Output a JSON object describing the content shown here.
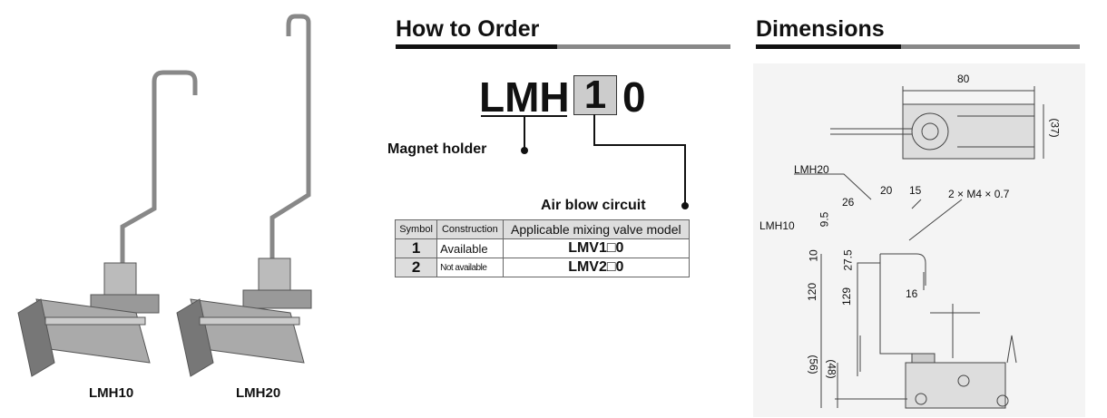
{
  "products": [
    {
      "label": "LMH10"
    },
    {
      "label": "LMH20"
    }
  ],
  "how_to_order": {
    "title": "How to Order",
    "code_prefix": "LMH",
    "code_box": "1",
    "code_suffix": "0",
    "callout_prefix": "Magnet holder",
    "callout_box": "Air blow circuit",
    "table": {
      "headers": [
        "Symbol",
        "Construction",
        "Applicable mixing valve model"
      ],
      "rows": [
        {
          "symbol": "1",
          "construction": "Available",
          "model": "LMV1□0"
        },
        {
          "symbol": "2",
          "construction": "Not available",
          "model": "LMV2□0"
        }
      ]
    }
  },
  "dimensions": {
    "title": "Dimensions",
    "labels": {
      "width": "80",
      "depth": "(37)",
      "lmh20": "LMH20",
      "d20": "20",
      "d15": "15",
      "thread": "2 × M4 × 0.7",
      "d26": "26",
      "d95": "9.5",
      "lmh10": "LMH10",
      "d10": "10",
      "d275": "27.5",
      "d120": "120",
      "d129": "129",
      "d16": "16",
      "d56": "(56)",
      "d48": "(48)"
    }
  }
}
